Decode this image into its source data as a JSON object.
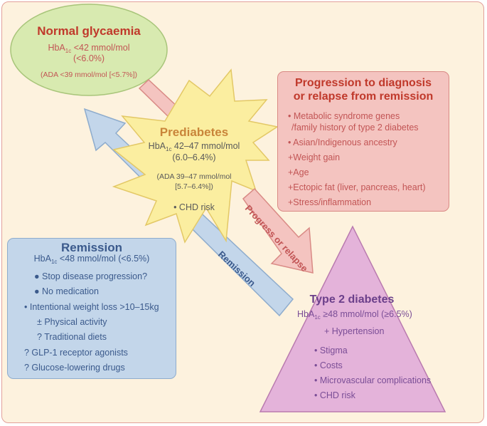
{
  "normal": {
    "title": "Normal glycaemia",
    "hba1c_prefix": "HbA",
    "hba1c_sub": "1c",
    "hba1c_value": " <42 mmol/mol",
    "hba1c_pct": "(<6.0%)",
    "ada": "(ADA <39 mmol/mol [<5.7%])"
  },
  "prediabetes": {
    "title": "Prediabetes",
    "hba1c_prefix": "HbA",
    "hba1c_sub": "1c",
    "hba1c_value": " 42–47 mmol/mol",
    "hba1c_pct": "(6.0–6.4%)",
    "ada_line1": "(ADA 39–47 mmol/mol",
    "ada_line2": "[5.7–6.4%])",
    "risk": "• CHD risk"
  },
  "progression": {
    "title_line1": "Progression to diagnosis",
    "title_line2": "or relapse from remission",
    "items": [
      "• Metabolic syndrome genes",
      "  /family history of type 2 diabetes",
      "• Asian/Indigenous ancestry",
      "+Weight gain",
      "+Age",
      "+Ectopic fat (liver, pancreas, heart)",
      "+Stress/inflammation"
    ]
  },
  "remission": {
    "title": "Remission",
    "hba1c_prefix": "HbA",
    "hba1c_sub": "1c",
    "hba1c_value": " <48 mmol/mol (<6.5%)",
    "items": [
      "● Stop disease progression?",
      "● No medication",
      "• Intentional weight loss >10–15kg",
      "± Physical activity",
      "? Traditional diets",
      "? GLP-1 receptor agonists",
      "? Glucose-lowering drugs"
    ]
  },
  "t2d": {
    "title": "Type 2 diabetes",
    "hba1c_prefix": "HbA",
    "hba1c_sub": "1c",
    "hba1c_value": " ≥48 mmol/mol (≥6.5%)",
    "hypertension": "+ Hypertension",
    "items": [
      "• Stigma",
      "• Costs",
      "• Microvascular complications",
      "• CHD risk"
    ]
  },
  "arrows": {
    "progress": "Progress or relapse",
    "remission": "Remission"
  },
  "colors": {
    "frame_bg": "#fdf2de",
    "ellipse_fill": "#d8eab0",
    "star_fill": "#fbeea0",
    "pink_box": "#f4c4c0",
    "blue_box": "#c3d6ea",
    "triangle_fill": "#e4b3da"
  }
}
